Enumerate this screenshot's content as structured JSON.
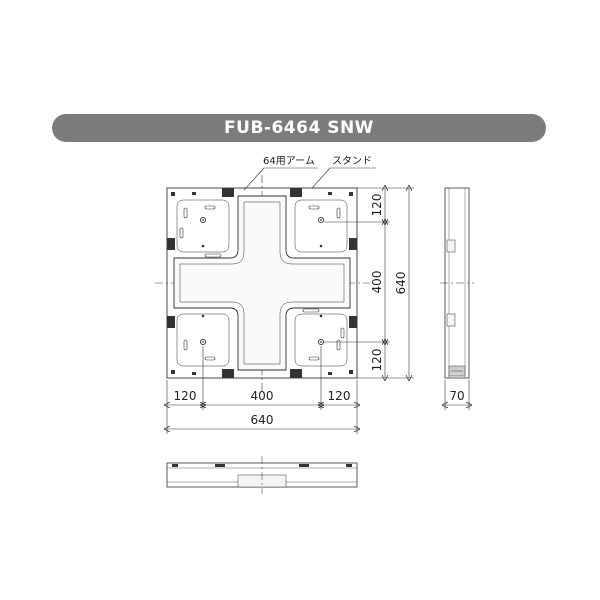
{
  "title": "FUB-6464 SNW",
  "labels": {
    "arm": "64用アーム",
    "stand": "スタンド"
  },
  "dimensions": {
    "bottom_left": "120",
    "bottom_middle": "400",
    "bottom_right": "120",
    "bottom_total": "640",
    "right_top": "120",
    "right_middle": "400",
    "right_bottom": "120",
    "right_total": "640",
    "side_depth": "70"
  },
  "colors": {
    "title_bg": "#7c7c7c",
    "line": "#333333",
    "fill_light": "#f4f4f4"
  }
}
